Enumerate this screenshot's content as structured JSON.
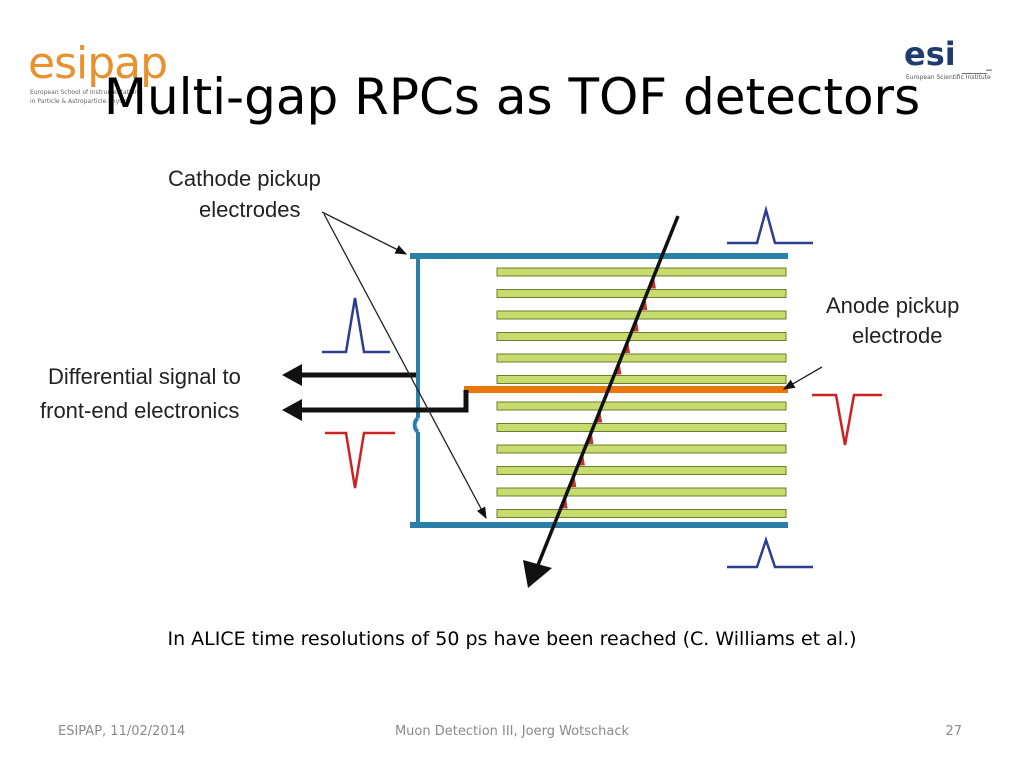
{
  "logos": {
    "left": {
      "name": "esipap",
      "line1": "European School of Instrumentation",
      "line2": "in Particle & Astroparticle Physics"
    },
    "right": {
      "name": "esi",
      "tagline": "European Scientific Institute"
    }
  },
  "title": "Multi-gap RPCs as TOF detectors",
  "diagram": {
    "labels": {
      "cathode_line1": "Cathode pickup",
      "cathode_line2": "electrodes",
      "anode_line1": "Anode pickup",
      "anode_line2": "electrode",
      "differential_line1": "Differential signal to",
      "differential_line2": "front-end electronics"
    },
    "colors": {
      "cathode": "#2a7fa8",
      "anode": "#e8760a",
      "glass_plate": "#c8dc6e",
      "avalanche": "#c0392b",
      "pulse_positive": "#2c3e8f",
      "pulse_negative": "#cc2222",
      "track": "#111111"
    },
    "gaps_upper": 6,
    "gaps_lower": 6
  },
  "caption": "In ALICE time resolutions of 50 ps have been reached (C. Williams et al.)",
  "footer": {
    "left": "ESIPAP, 11/02/2014",
    "center": "Muon Detection III, Joerg Wotschack",
    "right": "27"
  }
}
